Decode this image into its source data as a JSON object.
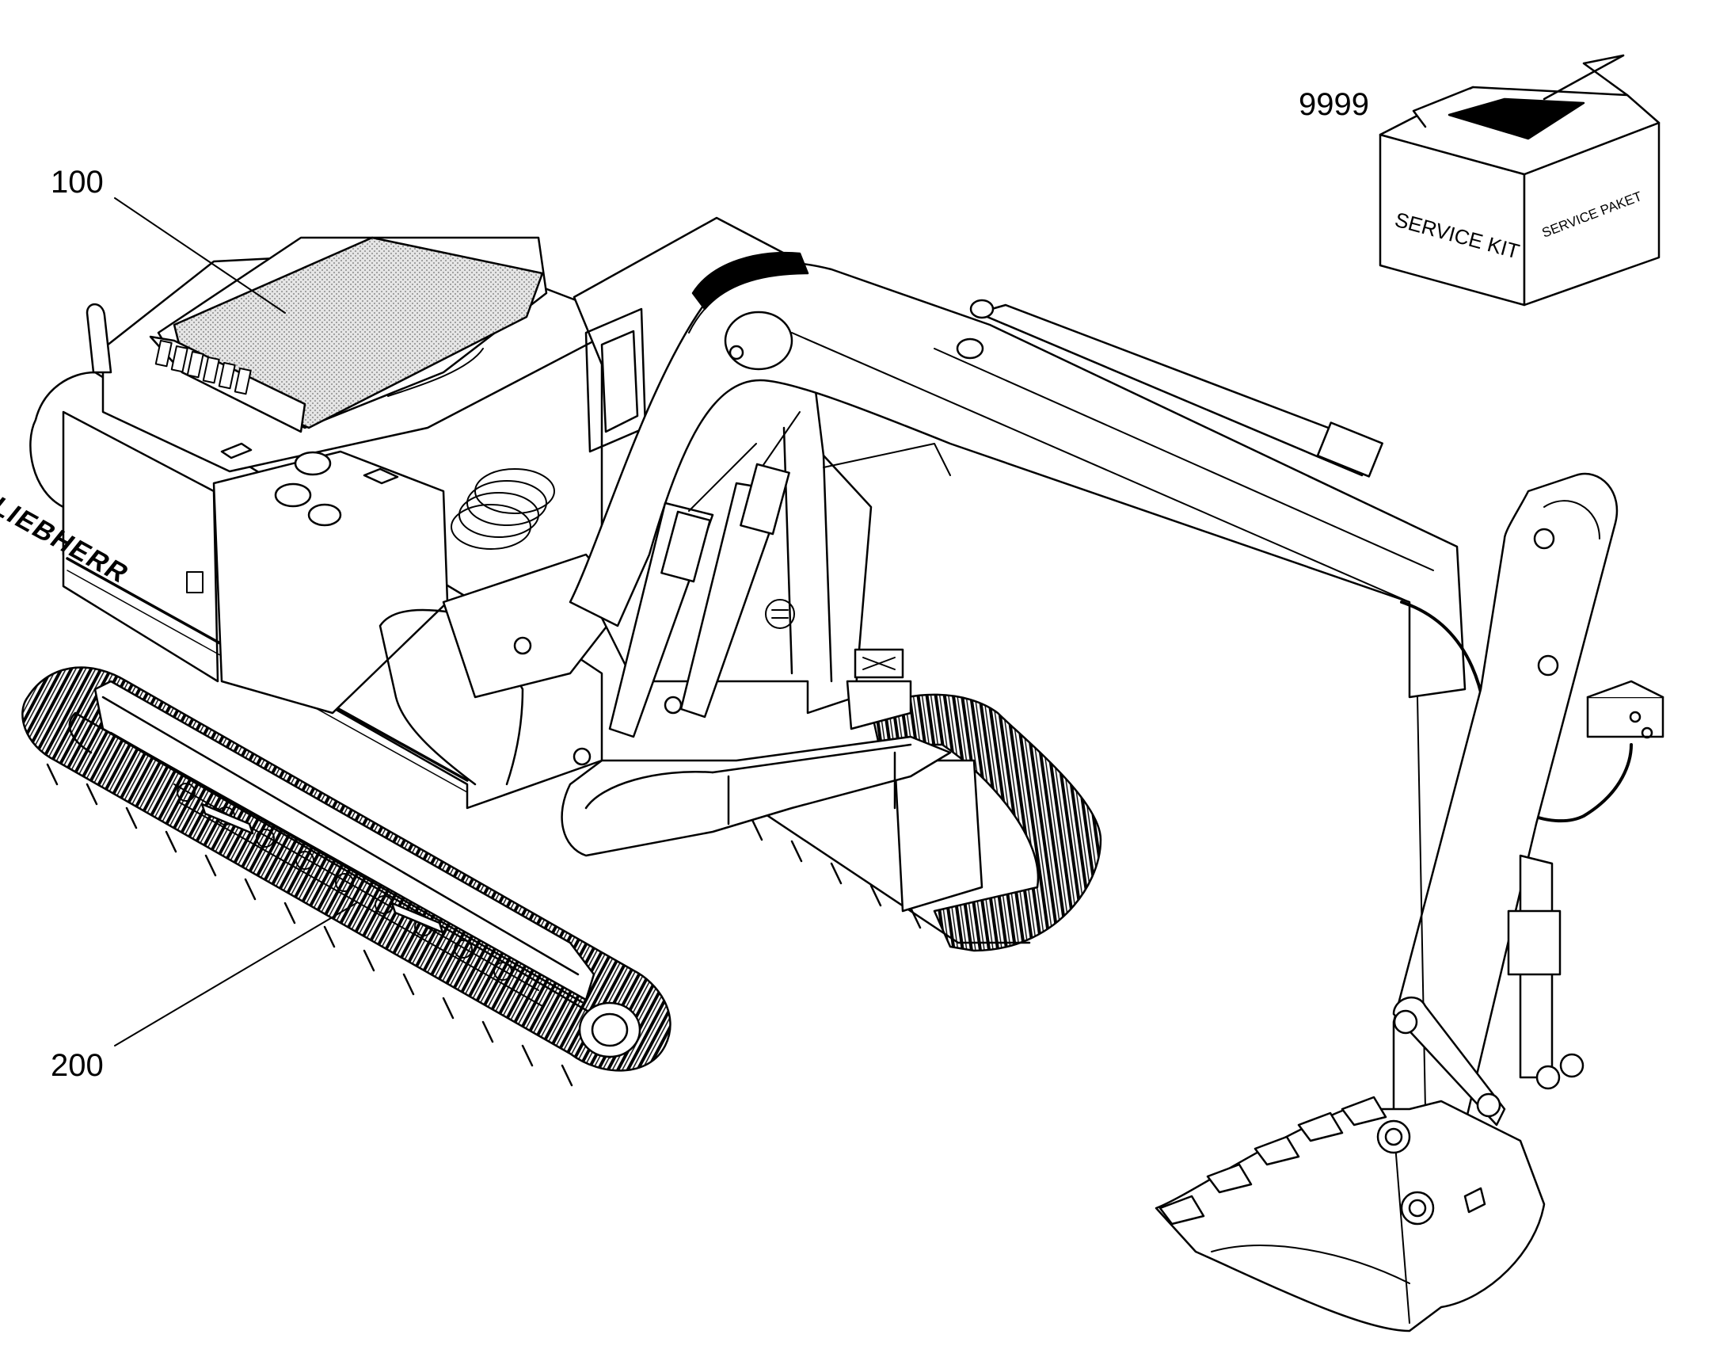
{
  "callouts": {
    "upper_carriage": "100",
    "undercarriage": "200",
    "service_kit": "9999"
  },
  "brand": "LIEBHERR",
  "box": {
    "front_text": "SERVICE KIT",
    "side_text": "SERVICE PAKET"
  },
  "colors": {
    "line": "#000000",
    "background": "#ffffff",
    "hatch": "#cfcfcf"
  }
}
